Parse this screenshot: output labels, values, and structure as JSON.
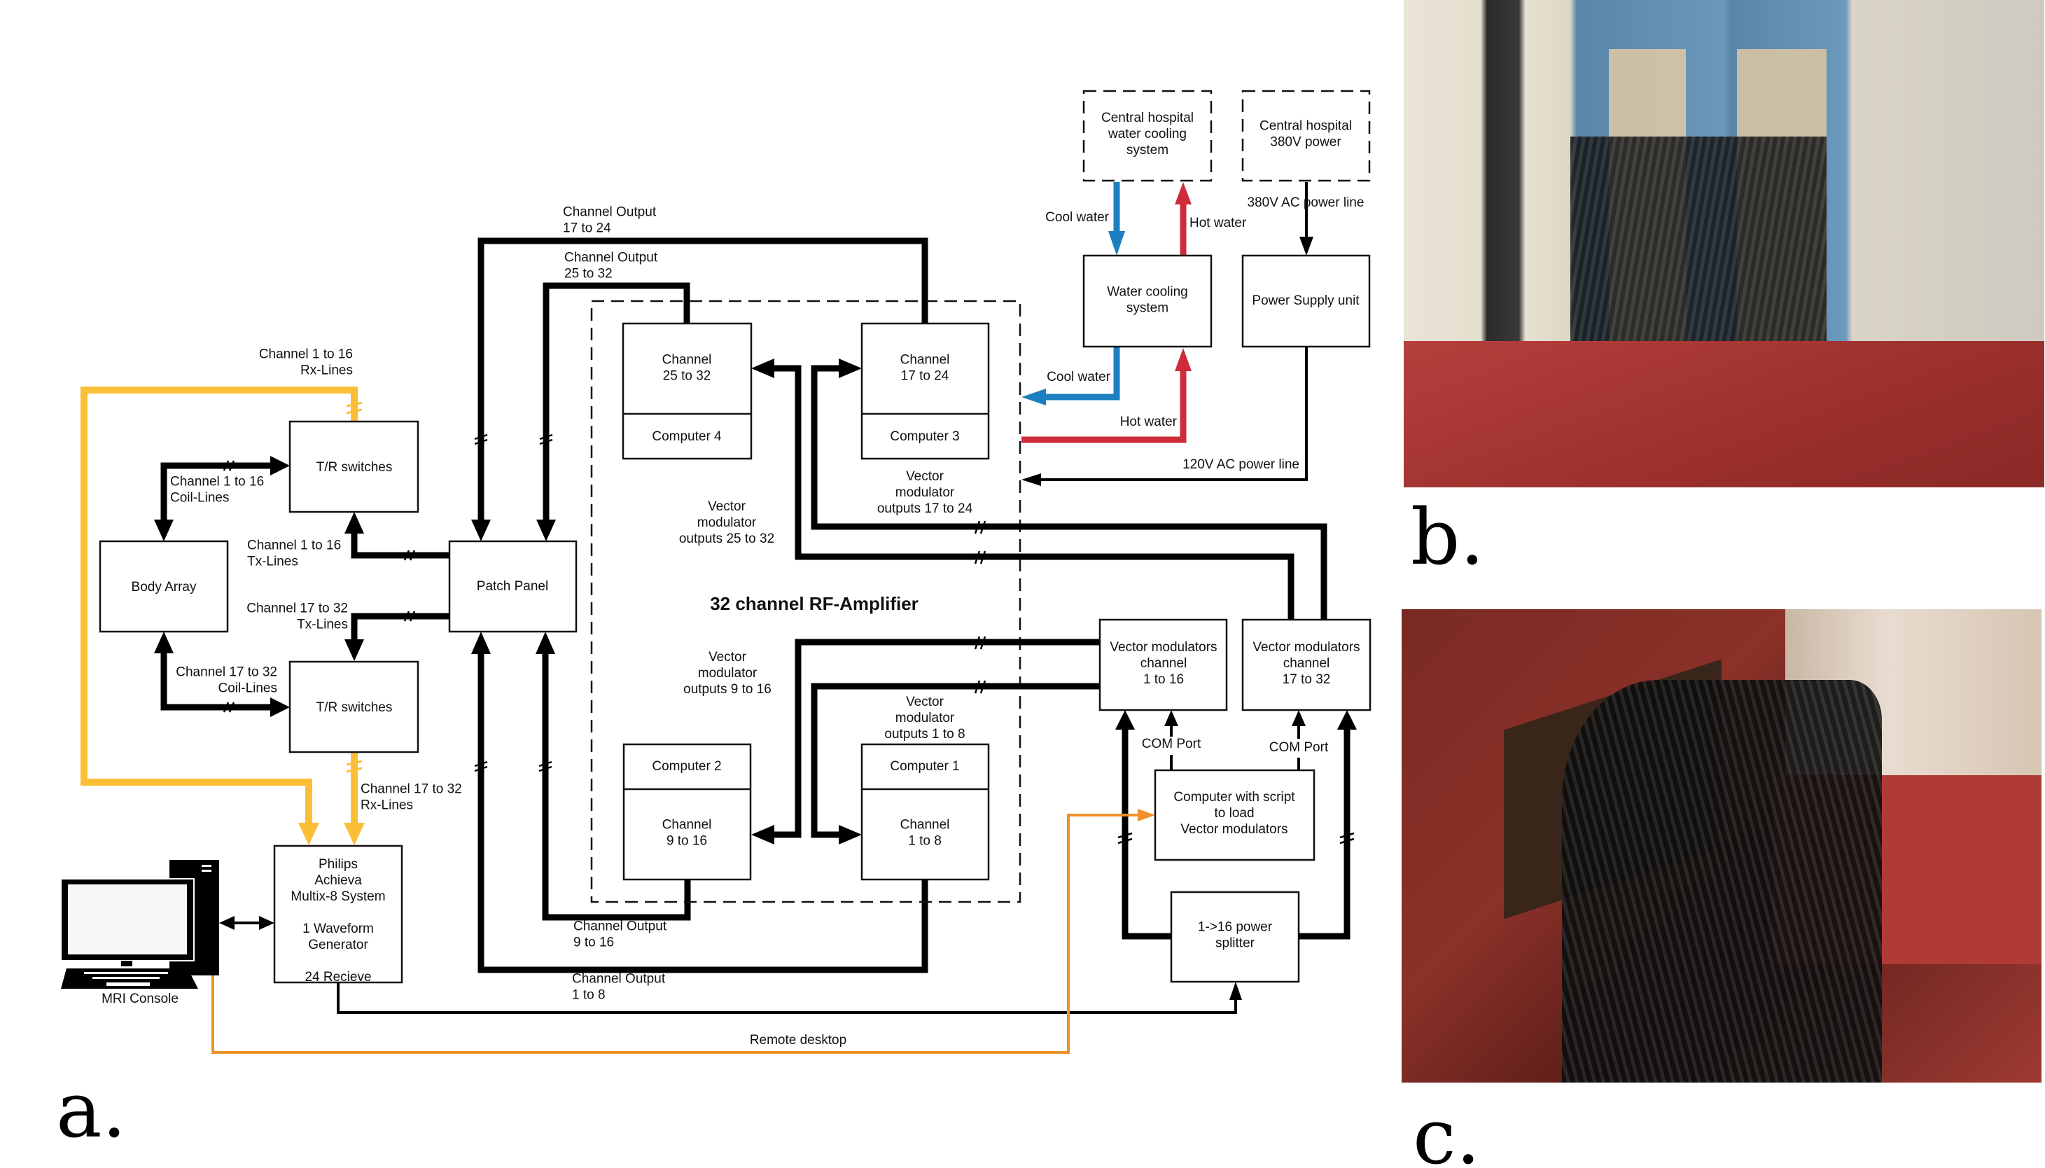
{
  "panels": {
    "a_label": "a.",
    "b_label": "b.",
    "c_label": "c."
  },
  "diagram": {
    "title": "32 channel RF-Amplifier",
    "colors": {
      "rx_lines": "#fbbf37",
      "remote_desktop": "#f0912a",
      "cool_water": "#1b7fc0",
      "hot_water": "#cf2c3b",
      "rf_lines": "#000000"
    },
    "boxes": {
      "tr_switches_1": "T/R switches",
      "tr_switches_2": "T/R switches",
      "body_array": "Body Array",
      "patch_panel": "Patch Panel",
      "philips": [
        "Philips",
        "Achieva",
        "Multix-8 System",
        "",
        "1 Waveform",
        "Generator",
        "",
        "24 Recieve"
      ],
      "mri_console": "MRI Console",
      "amp_ch_25_32": [
        "Channel",
        "25 to 32"
      ],
      "amp_computer_4": "Computer 4",
      "amp_ch_17_24": [
        "Channel",
        "17 to 24"
      ],
      "amp_computer_3": "Computer 3",
      "amp_computer_2": "Computer 2",
      "amp_ch_9_16": [
        "Channel",
        "9 to 16"
      ],
      "amp_computer_1": "Computer 1",
      "amp_ch_1_8": [
        "Channel",
        "1 to 8"
      ],
      "central_water": [
        "Central hospital",
        "water cooling",
        "system"
      ],
      "central_power": [
        "Central hospital",
        "380V power"
      ],
      "water_cooling": [
        "Water cooling",
        "system"
      ],
      "power_supply": "Power Supply unit",
      "vm_1_16": [
        "Vector modulators",
        "channel",
        "1 to 16"
      ],
      "vm_17_32": [
        "Vector modulators",
        "channel",
        "17 to 32"
      ],
      "vm_computer": [
        "Computer with script",
        "to load",
        "Vector modulators"
      ],
      "power_splitter": [
        "1->16 power",
        "splitter"
      ]
    },
    "edge_labels": {
      "rx_1_16": [
        "Channel 1 to 16",
        "Rx-Lines"
      ],
      "coil_1_16": [
        "Channel 1 to 16",
        "Coil-Lines"
      ],
      "tx_1_16": [
        "Channel 1 to 16",
        "Tx-Lines"
      ],
      "tx_17_32": [
        "Channel 17 to 32",
        "Tx-Lines"
      ],
      "coil_17_32": [
        "Channel 17 to 32",
        "Coil-Lines"
      ],
      "rx_17_32": [
        "Channel 17 to 32",
        "Rx-Lines"
      ],
      "out_17_24": [
        "Channel Output",
        "17 to 24"
      ],
      "out_25_32": [
        "Channel Output",
        "25 to 32"
      ],
      "out_9_16": [
        "Channel Output",
        "9 to 16"
      ],
      "out_1_8": [
        "Channel Output",
        "1 to 8"
      ],
      "vm_out_25_32": [
        "Vector",
        "modulator",
        "outputs 25 to 32"
      ],
      "vm_out_17_24": [
        "Vector",
        "modulator",
        "outputs 17 to 24"
      ],
      "vm_out_9_16": [
        "Vector",
        "modulator",
        "outputs 9 to 16"
      ],
      "vm_out_1_8": [
        "Vector",
        "modulator",
        "outputs 1 to 8"
      ],
      "cool_water_top": "Cool water",
      "hot_water_top": "Hot water",
      "cool_water_bottom": "Cool water",
      "hot_water_bottom": "Hot water",
      "ac_380": "380V AC power line",
      "ac_120": "120V AC power line",
      "com_port_1": "COM Port",
      "com_port_2": "COM Port",
      "remote_desktop": "Remote desktop"
    }
  },
  "photos": {
    "b_description": "RF amplifier racks with cabling",
    "c_description": "Patch panel with coaxial cables"
  }
}
